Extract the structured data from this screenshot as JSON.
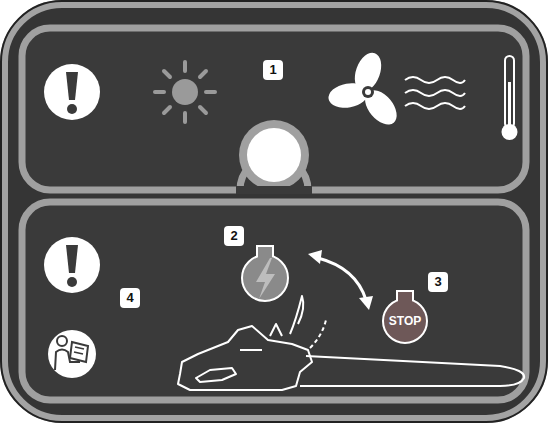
{
  "diagram": {
    "nodes": [
      {
        "text": [
          "STOP"
        ]
      }
    ],
    "labels": [
      "1",
      "2",
      "3",
      "4"
    ]
  }
}
